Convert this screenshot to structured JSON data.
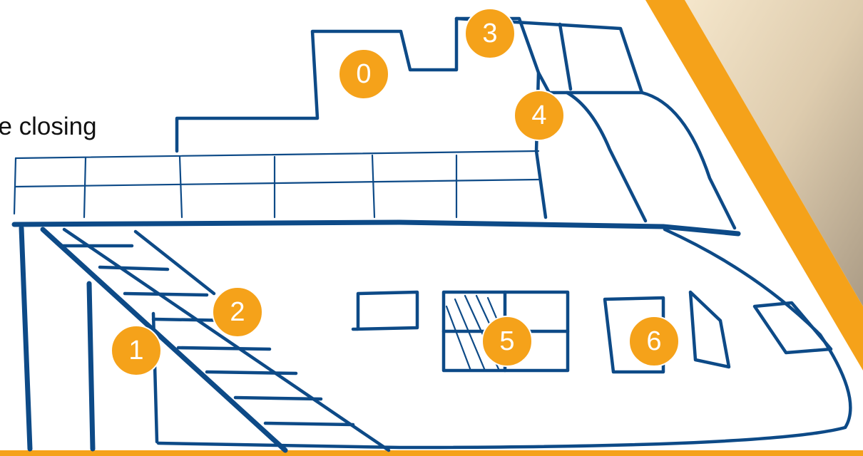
{
  "caption": "be closing",
  "markers": [
    "0",
    "1",
    "2",
    "3",
    "4",
    "5",
    "6"
  ],
  "colors": {
    "ink": "#0d4a87",
    "marker": "#f5a21a",
    "accent_band": "#f5a21a"
  }
}
